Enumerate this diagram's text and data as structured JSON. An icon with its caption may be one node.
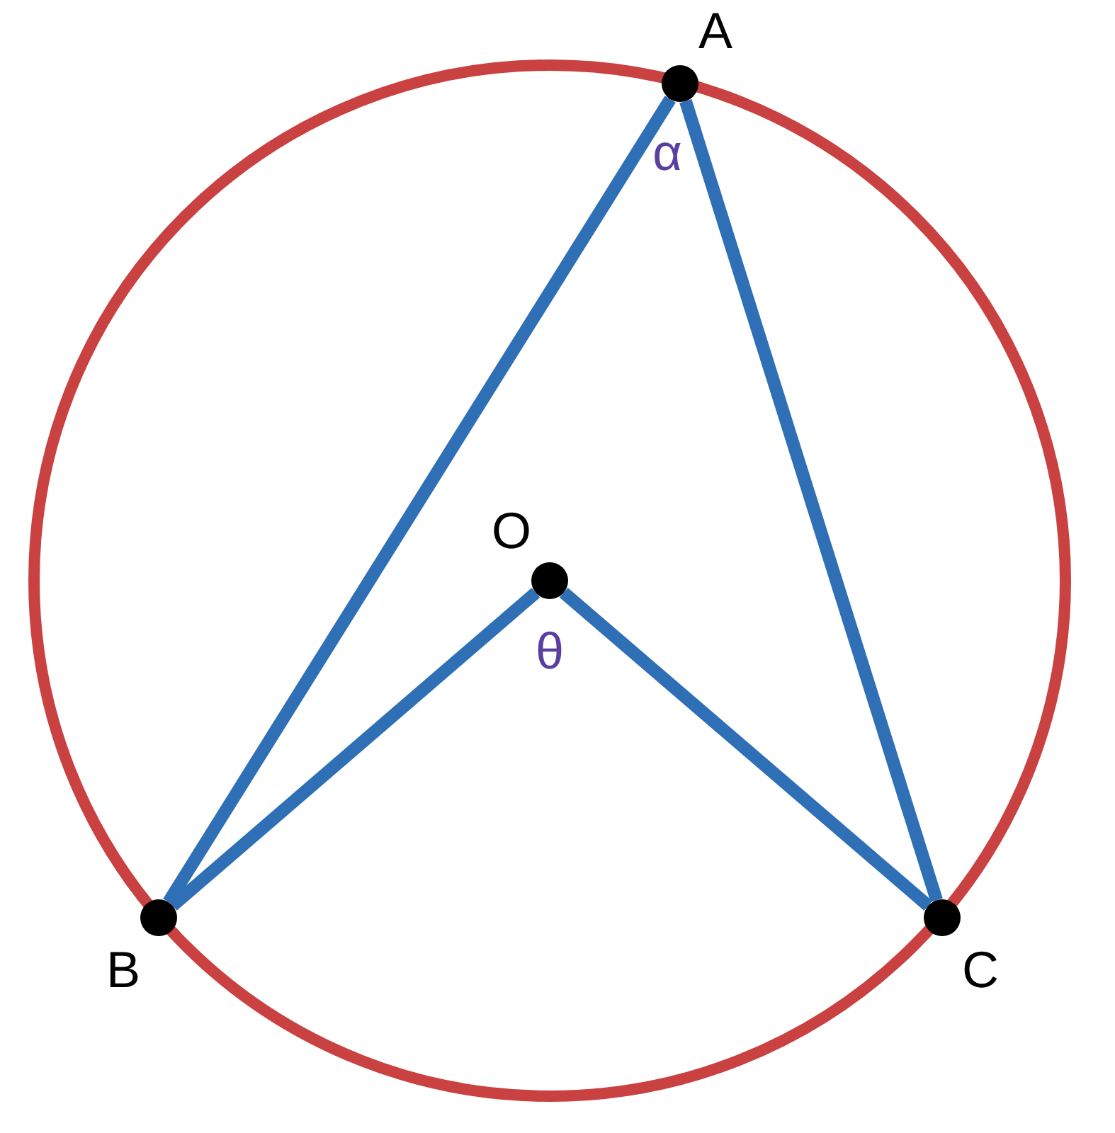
{
  "diagram": {
    "nodes": [
      {
        "text": [
          "A"
        ]
      },
      {
        "text": [
          "B"
        ]
      },
      {
        "text": [
          "C"
        ]
      },
      {
        "text": [
          "O"
        ]
      }
    ],
    "edges": [
      {
        "from": 0,
        "to": 1,
        "arrow": "none"
      },
      {
        "from": 0,
        "to": 2,
        "arrow": "none"
      },
      {
        "from": 3,
        "to": 1,
        "arrow": "none"
      },
      {
        "from": 3,
        "to": 2,
        "arrow": "none"
      }
    ],
    "labels": [
      "α",
      "θ"
    ]
  }
}
